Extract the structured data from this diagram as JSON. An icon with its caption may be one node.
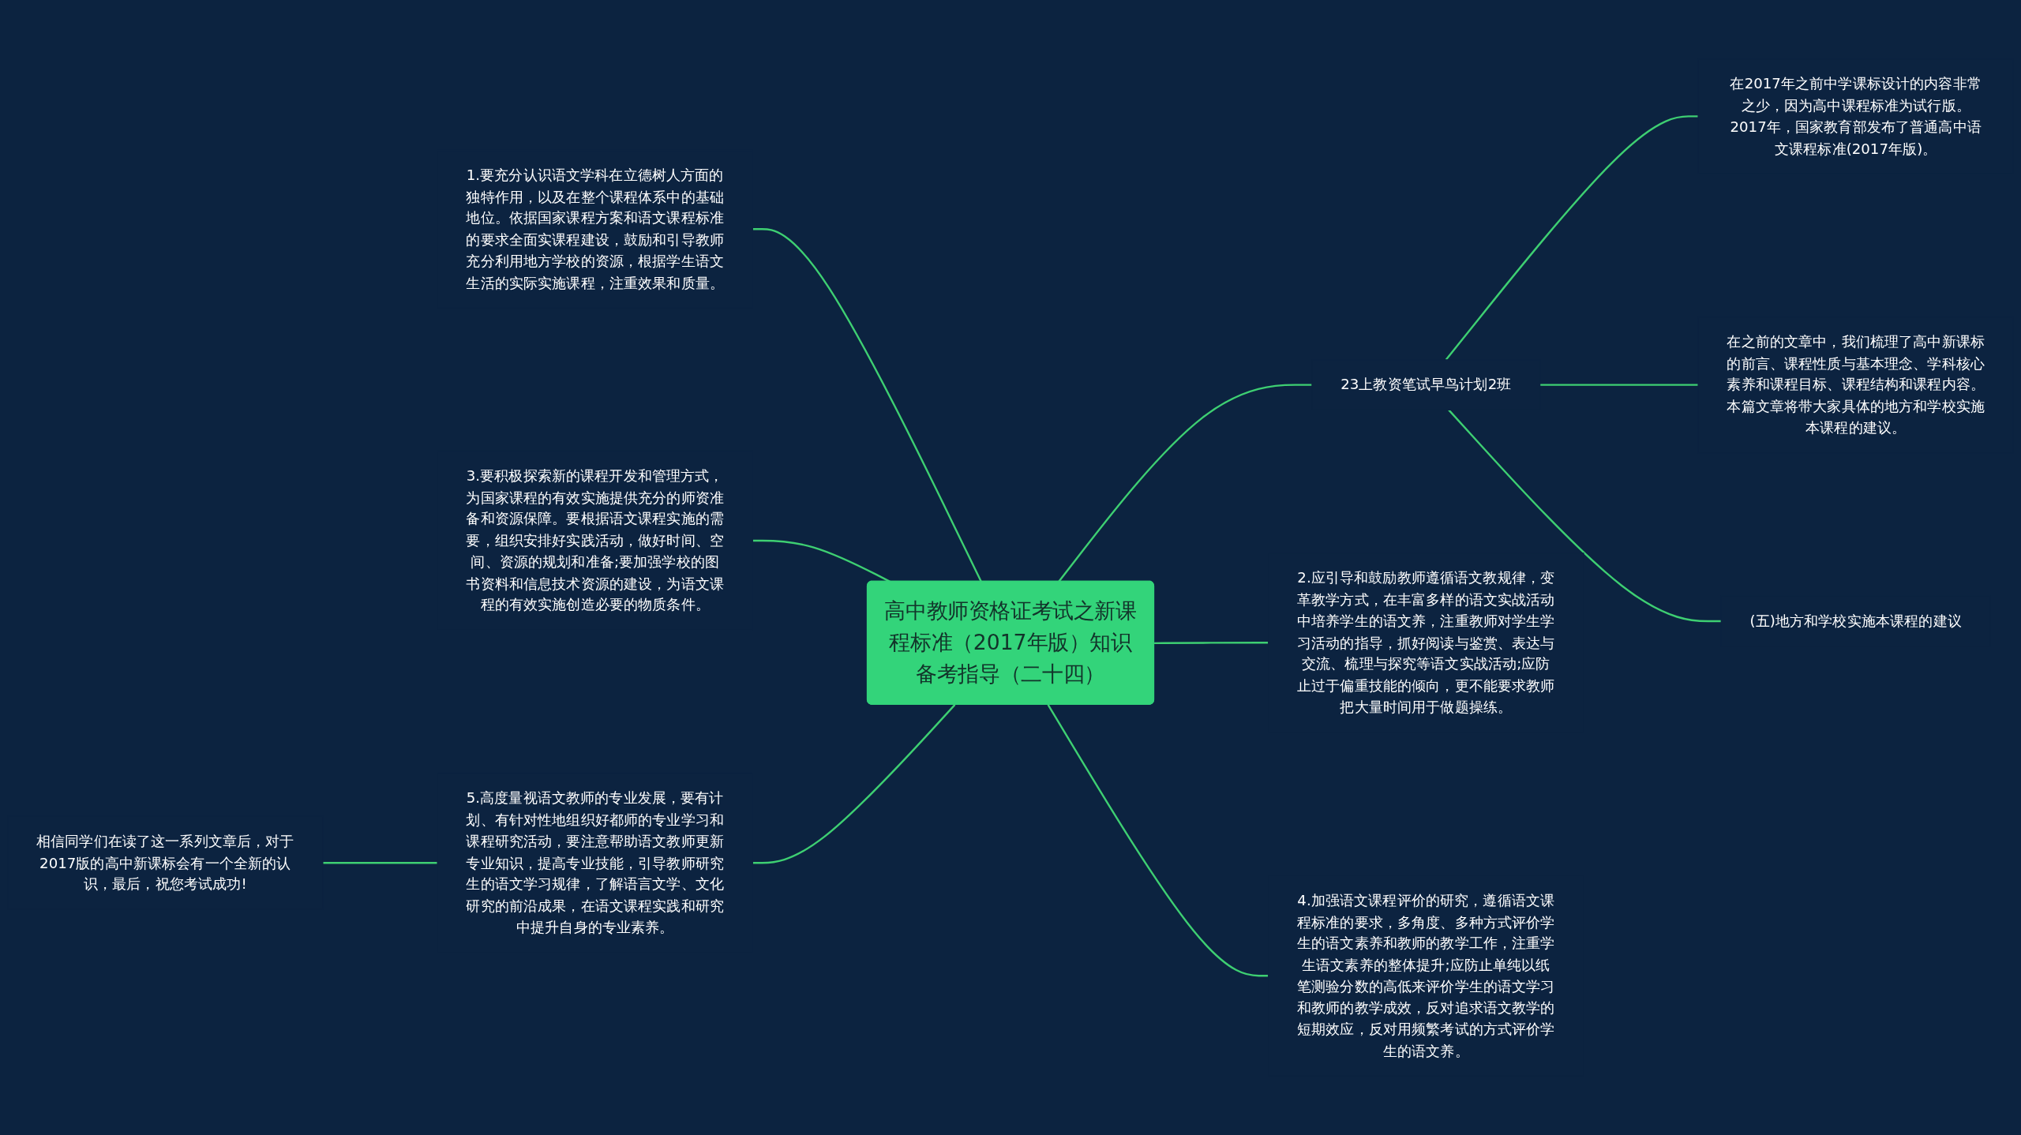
{
  "diagram": {
    "nodes": [
      {
        "text": [
          "高中教师资格证考试之新课程标准（2017年版）知识备考指导（二十四）"
        ]
      },
      {
        "text": [
          "1.要充分认识语文学科在立德树人方面的独特作用，以及在整个课程体系中的基础地位。依据国家课程方案和语文课程标准的要求全面实课程建设，鼓励和引导教师充分利用地方学校的资源，根据学生语文生活的实际实施课程，注重效果和质量。"
        ]
      },
      {
        "text": [
          "3.要积极探索新的课程开发和管理方式，为国家课程的有效实施提供充分的师资准备和资源保障。要根据语文课程实施的需要，组织安排好实践活动，做好时间、空间、资源的规划和准备;要加强学校的图书资料和信息技术资源的建设，为语文课程的有效实施创造必要的物质条件。"
        ]
      },
      {
        "text": [
          "5.高度量视语文教师的专业发展，要有计划、有针对性地组织好都师的专业学习和课程研究活动，要注意帮助语文教师更新专业知识，提高专业技能，引导教师研究生的语文学习规律，了解语言文学、文化研究的前沿成果，在语文课程实践和研究中提升自身的专业素养。"
        ]
      },
      {
        "text": [
          "相信同学们在读了这一系列文章后，对于2017版的高中新课标会有一个全新的认识，最后，祝您考试成功!"
        ]
      },
      {
        "text": [
          "23上教资笔试早鸟计划2班"
        ]
      },
      {
        "text": [
          "在2017年之前中学课标设计的内容非常之少，因为高中课程标准为试行版。2017年，国家教育部发布了普通高中语文课程标准(2017年版)。"
        ]
      },
      {
        "text": [
          "在之前的文章中，我们梳理了高中新课标的前言、课程性质与基本理念、学科核心素养和课程目标、课程结构和课程内容。本篇文章将带大家具体的地方和学校实施本课程的建议。"
        ]
      },
      {
        "text": [
          "(五)地方和学校实施本课程的建议"
        ]
      },
      {
        "text": [
          "2.应引导和鼓励教师遵循语文教规律，变革教学方式，在丰富多样的语文实战活动中培养学生的语文养，注重教师对学生学习活动的指导，抓好阅读与鉴赏、表达与交流、梳理与探究等语文实战活动;应防止过于偏重技能的倾向，更不能要求教师把大量时间用于做题操练。"
        ]
      },
      {
        "text": [
          "4.加强语文课程评价的研究，遵循语文课程标准的要求，多角度、多种方式评价学生的语文素养和教师的教学工作，注重学生语文素养的整体提升;应防止单纯以纸笔测验分数的高低来评价学生的语文学习和教师的教学成效，反对追求语文教学的短期效应，反对用频繁考试的方式评价学生的语文养。"
        ]
      }
    ],
    "edges": [
      {
        "from": 1,
        "to": 0,
        "arrow": "none"
      },
      {
        "from": 2,
        "to": 0,
        "arrow": "none"
      },
      {
        "from": 3,
        "to": 0,
        "arrow": "none"
      },
      {
        "from": 4,
        "to": 3,
        "arrow": "none"
      },
      {
        "from": 0,
        "to": 5,
        "arrow": "none"
      },
      {
        "from": 5,
        "to": 6,
        "arrow": "none"
      },
      {
        "from": 5,
        "to": 7,
        "arrow": "none"
      },
      {
        "from": 5,
        "to": 8,
        "arrow": "none"
      },
      {
        "from": 0,
        "to": 9,
        "arrow": "none"
      },
      {
        "from": 0,
        "to": 10,
        "arrow": "none"
      }
    ]
  }
}
